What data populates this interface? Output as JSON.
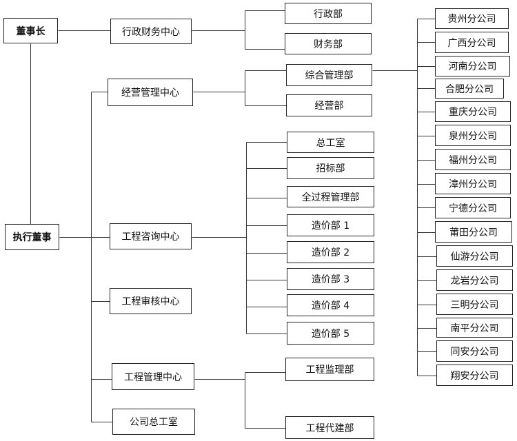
{
  "chart": {
    "chairman": "董事长",
    "executive": "执行董事",
    "centers": {
      "admin_finance": "行政财务中心",
      "operations": "经营管理中心",
      "consulting": "工程咨询中心",
      "audit": "工程审核中心",
      "project_mgmt": "工程管理中心",
      "chief_engineer": "公司总工室"
    },
    "departments": {
      "admin": "行政部",
      "finance": "财务部",
      "general_mgmt": "综合管理部",
      "business": "经营部",
      "chief_engineer_room": "总工室",
      "bidding": "招标部",
      "whole_process": "全过程管理部",
      "cost_1": "造价部 1",
      "cost_2": "造价部 2",
      "cost_3": "造价部 3",
      "cost_4": "造价部 4",
      "cost_5": "造价部 5",
      "supervision": "工程监理部",
      "agency": "工程代建部"
    },
    "branches": [
      "贵州分公司",
      "广西分公司",
      "河南分公司",
      "合肥分公司",
      "重庆分公司",
      "泉州分公司",
      "福州分公司",
      "漳州分公司",
      "宁德分公司",
      "莆田分公司",
      "仙游分公司",
      "龙岩分公司",
      "三明分公司",
      "南平分公司",
      "同安分公司",
      "翔安分公司"
    ]
  }
}
